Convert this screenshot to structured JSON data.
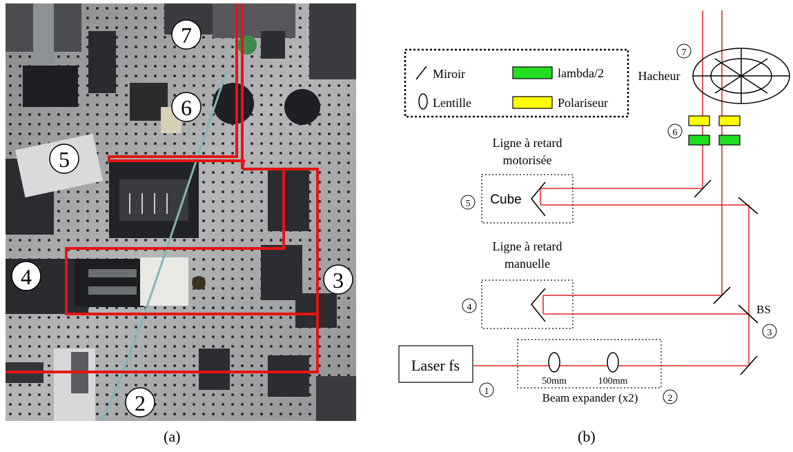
{
  "captions": {
    "a": "(a)",
    "b": "(b)"
  },
  "photo": {
    "markers": [
      "7",
      "6",
      "5",
      "4",
      "3",
      "2"
    ]
  },
  "legend": {
    "mirror": "Miroir",
    "lens": "Lentille",
    "halfwave": "lambda/2",
    "polarizer": "Polariseur",
    "halfwave_color": "#22dd22",
    "polarizer_color": "#ffff00"
  },
  "diagram": {
    "laser": "Laser fs",
    "n1": "1",
    "n2": "2",
    "n3": "3",
    "n4": "4",
    "n5": "5",
    "n6": "6",
    "n7": "7",
    "lens1": "50mm",
    "lens2": "100mm",
    "expander": "Beam expander (x2)",
    "bs": "BS",
    "manual_line1": "Ligne à retard",
    "manual_line2": "manuelle",
    "motor_line1": "Ligne à retard",
    "motor_line2": "motorisée",
    "cube": "Cube",
    "chopper": "Hacheur",
    "beam_color": "#e02020"
  }
}
